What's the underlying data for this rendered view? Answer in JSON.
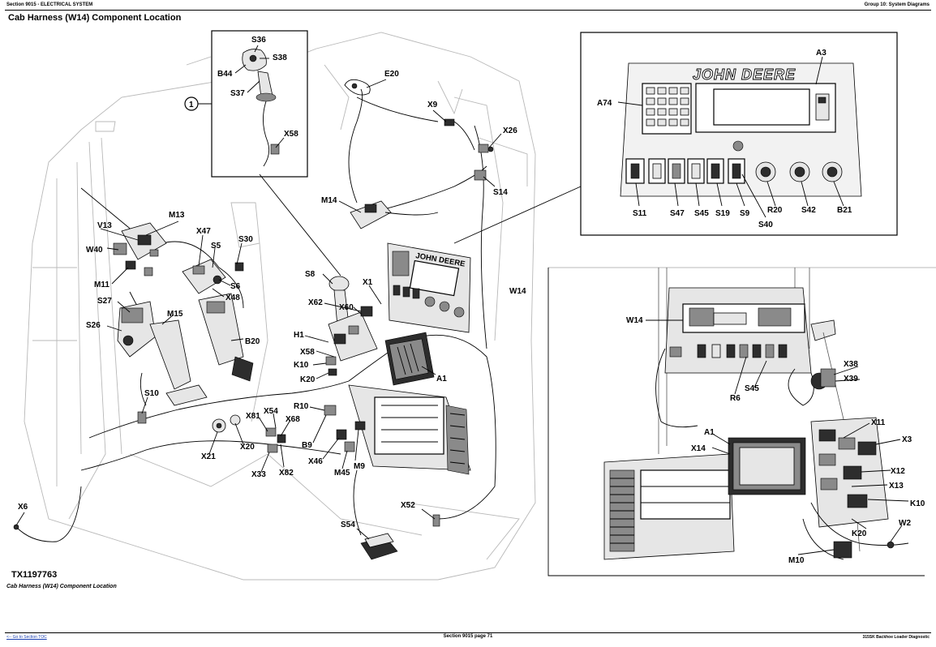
{
  "header": {
    "left": "Section 9015 - ELECTRICAL SYSTEM",
    "right": "Group 10: System Diagrams"
  },
  "title": "Cab Harness (W14) Component Location",
  "figure_id": "TX1197763",
  "caption": "Cab Harness (W14) Component Location",
  "footer": {
    "link": "<-- Go to Section TOC",
    "center": "Section 9015 page 71",
    "right": "315SK Backhoe Loader Diagnostic"
  },
  "callout_number": "1",
  "brand_text": "JOHN DEERE",
  "labels": {
    "main": [
      "S36",
      "S38",
      "B44",
      "S37",
      "X58",
      "E20",
      "X9",
      "X26",
      "S14",
      "M14",
      "W14",
      "S8",
      "X1",
      "X62",
      "X60",
      "H1",
      "X58",
      "K10",
      "K20",
      "A1",
      "R10",
      "X54",
      "X81",
      "X68",
      "B9",
      "X46",
      "M45",
      "M9",
      "X20",
      "X21",
      "X33",
      "X82",
      "X52",
      "S54",
      "X6",
      "V13",
      "M13",
      "W40",
      "X47",
      "S5",
      "S30",
      "M11",
      "S6",
      "X48",
      "S27",
      "M15",
      "S26",
      "B20",
      "S10"
    ],
    "panel": [
      "A3",
      "A74",
      "S11",
      "S47",
      "S45",
      "S19",
      "S9",
      "S40",
      "R20",
      "S42",
      "B21"
    ],
    "detail": [
      "W14",
      "X38",
      "X39",
      "R6",
      "S45",
      "A1",
      "X11",
      "X14",
      "X3",
      "X12",
      "X13",
      "K10",
      "K20",
      "W2",
      "M10"
    ]
  },
  "icons": [
    "circle-callout-icon"
  ]
}
